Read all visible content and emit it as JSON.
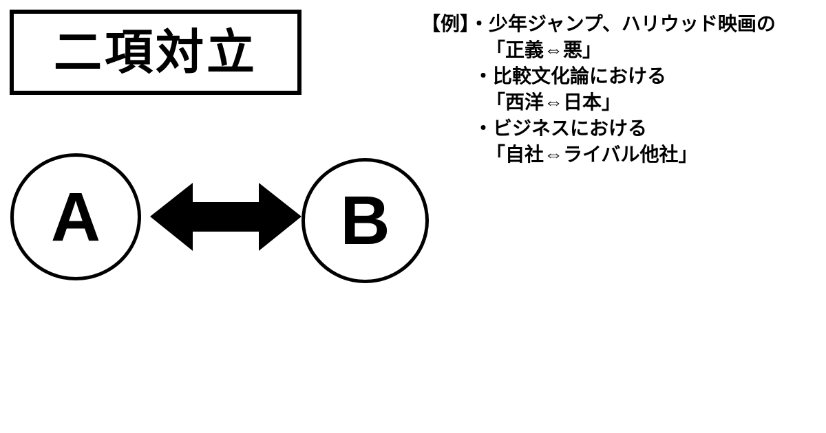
{
  "title": "二項対立",
  "diagram": {
    "node_a": "A",
    "node_b": "B",
    "arrow_icon": "double-headed-arrow",
    "line_color": "#000000",
    "background_color": "#ffffff"
  },
  "examples": {
    "lines": [
      {
        "text": "【例】・少年ジャンプ、ハリウッド映画の",
        "indent": 0
      },
      {
        "text": "「正義⇔悪」",
        "indent": 2
      },
      {
        "text": "・比較文化論における",
        "indent": 1
      },
      {
        "text": "「西洋⇔日本」",
        "indent": 2
      },
      {
        "text": "・ビジネスにおける",
        "indent": 1
      },
      {
        "text": "「自社⇔ライバル他社」",
        "indent": 2
      }
    ]
  }
}
